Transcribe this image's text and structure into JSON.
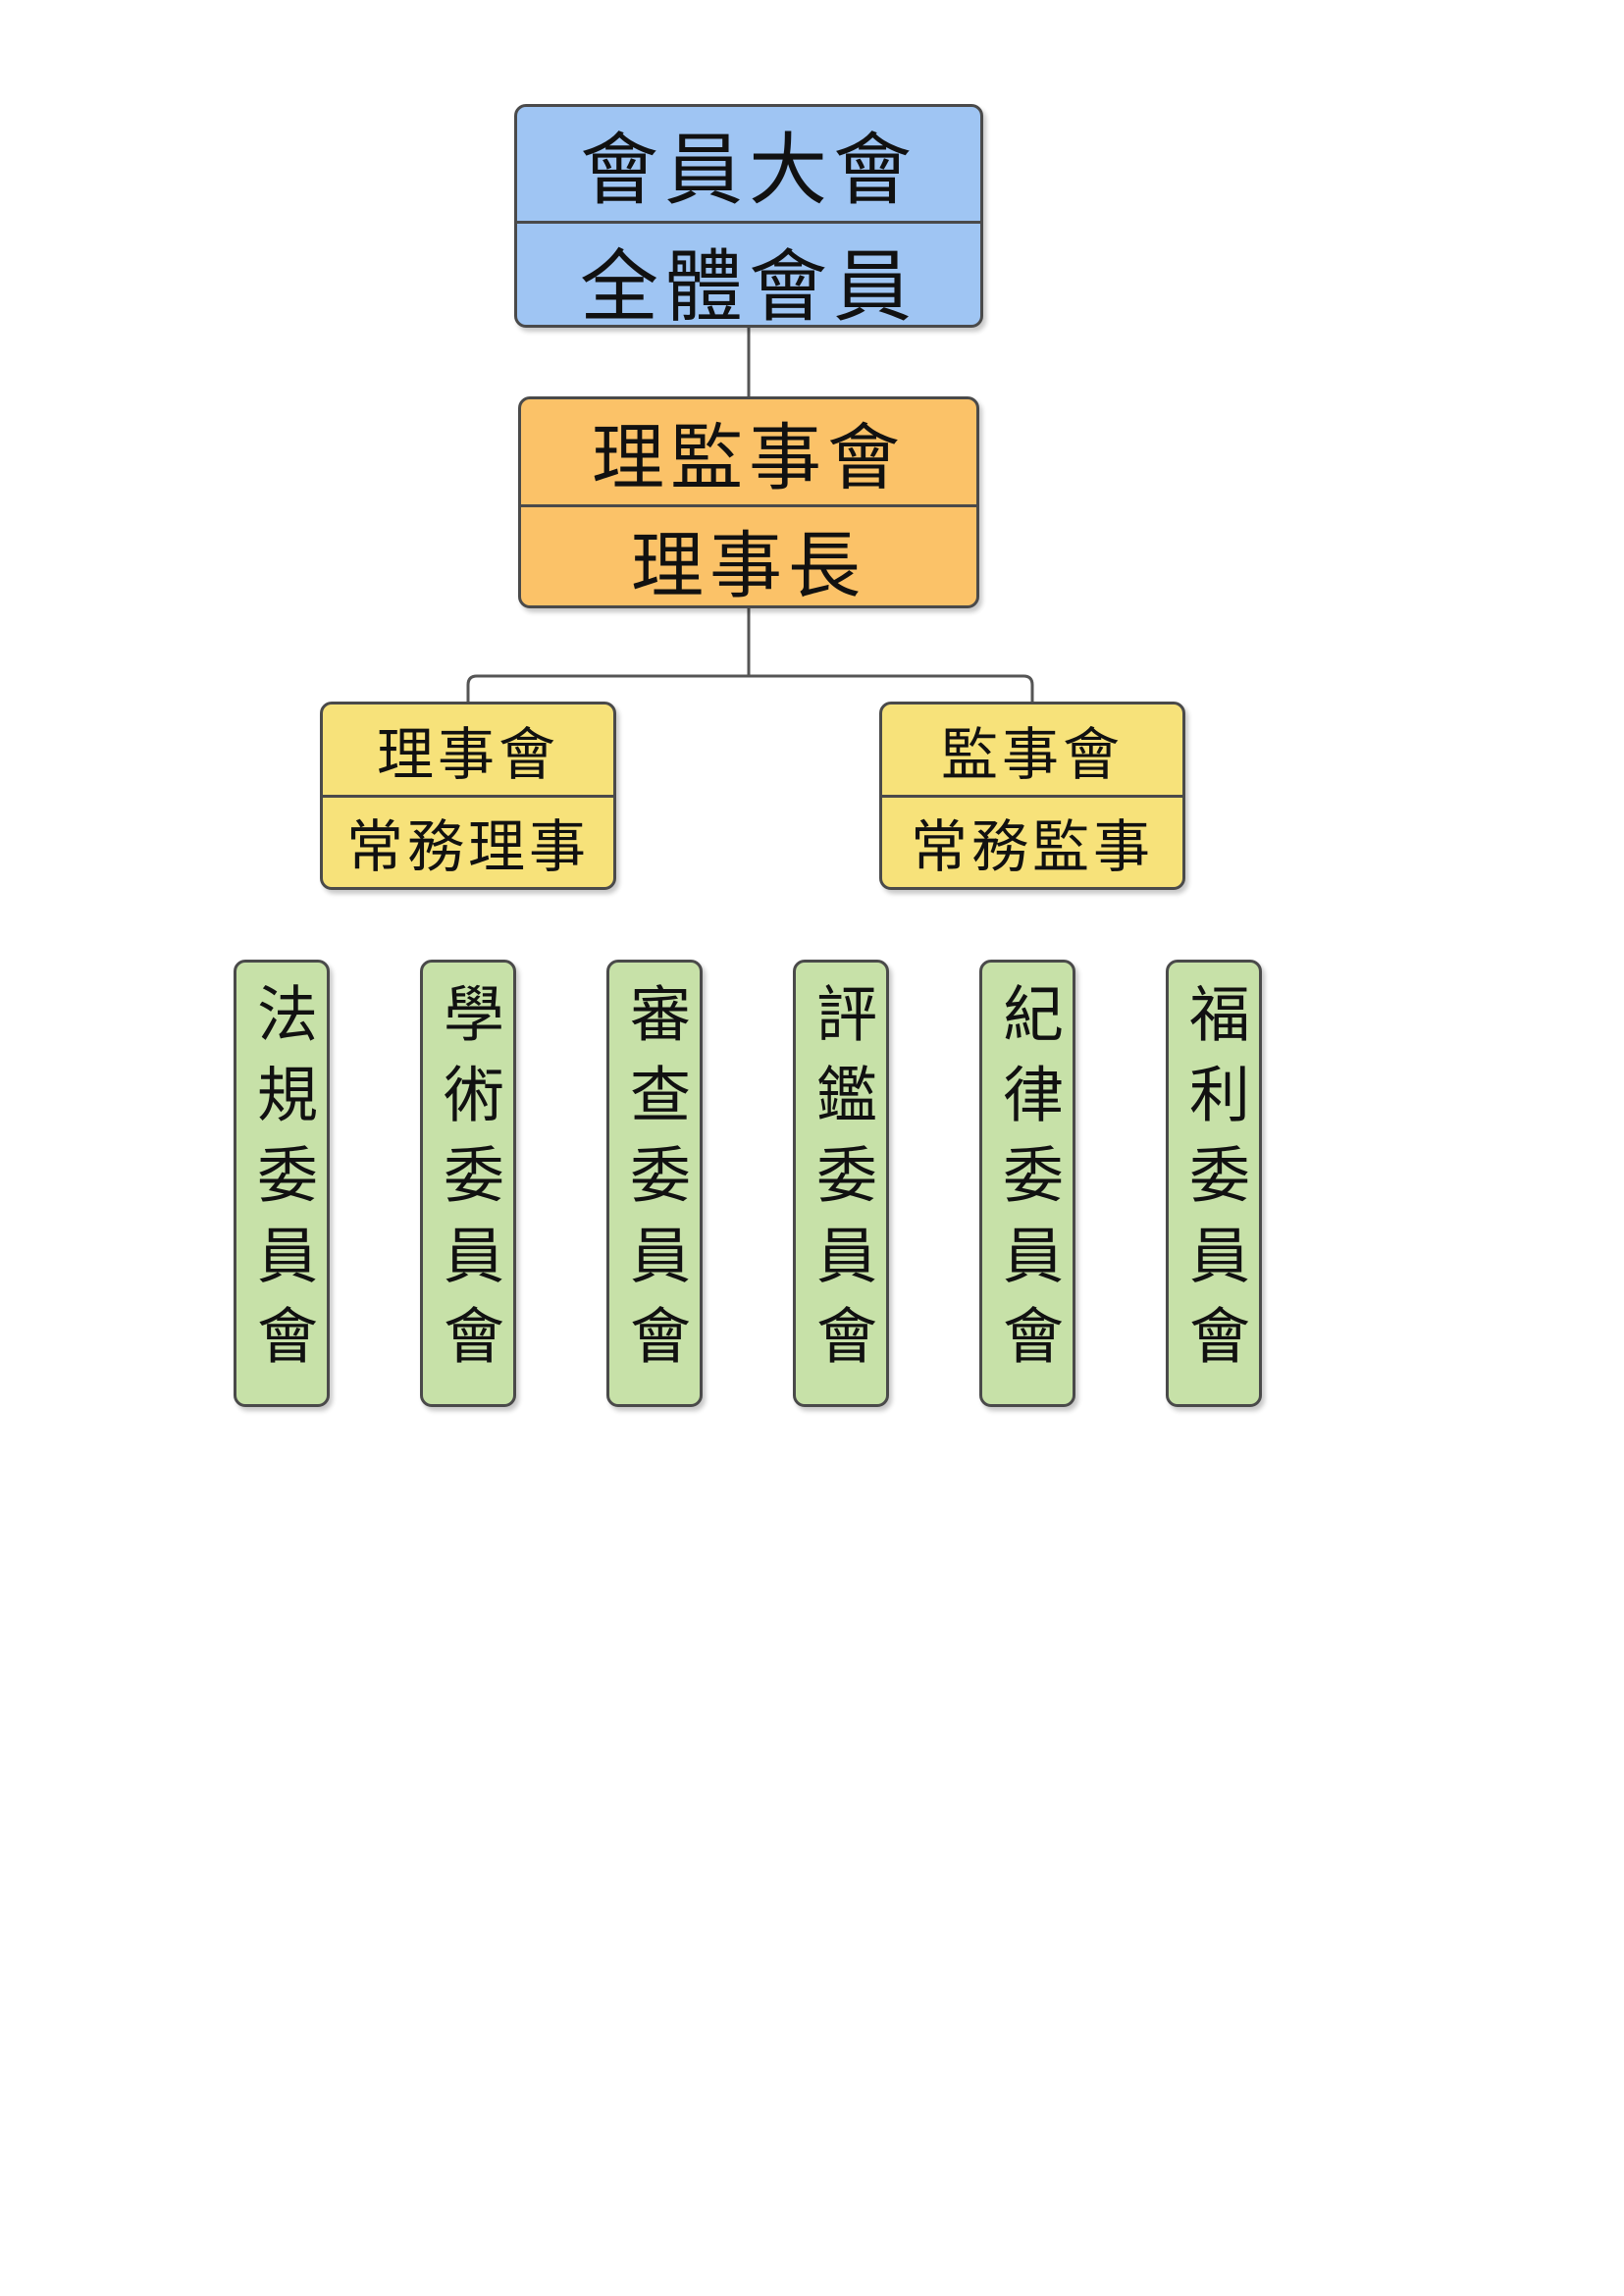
{
  "colors": {
    "level1_fill": "#9fc5f3",
    "level2_fill": "#fbc268",
    "level3_fill": "#f7e27a",
    "committee_fill": "#c7e1a8",
    "border": "#4a4a4a",
    "connector": "#555555"
  },
  "general_assembly": {
    "title": "會員大會",
    "subtitle": "全體會員"
  },
  "council": {
    "title": "理監事會",
    "subtitle": "理事長"
  },
  "directors": {
    "title": "理事會",
    "subtitle": "常務理事"
  },
  "supervisors": {
    "title": "監事會",
    "subtitle": "常務監事"
  },
  "committees": [
    {
      "label": "法規委員會"
    },
    {
      "label": "學術委員會"
    },
    {
      "label": "審查委員會"
    },
    {
      "label": "評鑑委員會"
    },
    {
      "label": "紀律委員會"
    },
    {
      "label": "福利委員會"
    }
  ]
}
